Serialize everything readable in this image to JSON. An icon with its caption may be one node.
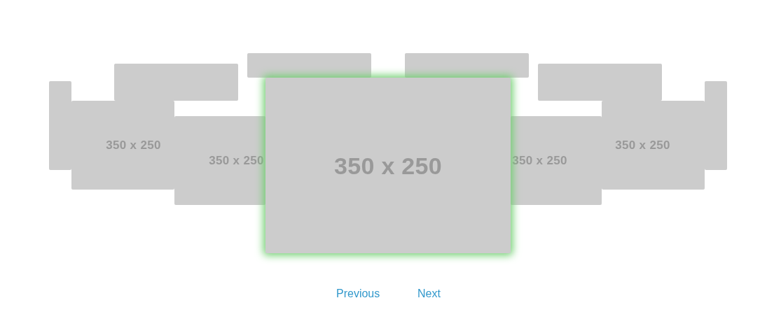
{
  "diagram": {
    "nodes": [
      {
        "text": [],
        "shape": "box"
      },
      {
        "text": [],
        "shape": "box"
      },
      {
        "text": [],
        "shape": "box"
      },
      {
        "text": [],
        "shape": "box"
      },
      {
        "text": [],
        "shape": "box"
      },
      {
        "text": [],
        "shape": "box"
      },
      {
        "text": [
          "350 x 250"
        ]
      },
      {
        "text": [
          "350 x 250"
        ]
      },
      {
        "text": [
          "350 x 250"
        ]
      },
      {
        "text": [
          "350 x 250"
        ]
      },
      {
        "text": [
          "350 x 250"
        ]
      }
    ],
    "labels": [
      "Previous",
      "Next"
    ]
  }
}
